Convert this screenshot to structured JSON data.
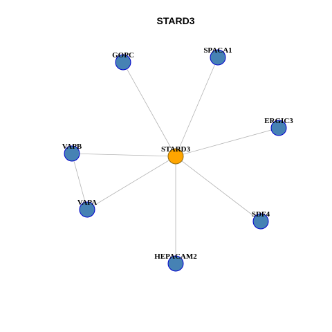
{
  "title": "STARD3",
  "colors": {
    "center_fill": "#FFA500",
    "center_stroke": "#8B6914",
    "node_fill": "#4682B4",
    "node_stroke": "#0000CD",
    "edge": "#B3B3B3"
  },
  "nodes": [
    {
      "id": "STARD3",
      "label": "STARD3",
      "center": true
    },
    {
      "id": "GOPC",
      "label": "GOPC"
    },
    {
      "id": "SPACA1",
      "label": "SPACA1"
    },
    {
      "id": "ERGIC3",
      "label": "ERGIC3"
    },
    {
      "id": "VAPB",
      "label": "VAPB"
    },
    {
      "id": "VAPA",
      "label": "VAPA"
    },
    {
      "id": "SDF4",
      "label": "SDF4"
    },
    {
      "id": "HEPACAM2",
      "label": "HEPACAM2"
    }
  ],
  "edges": [
    {
      "source": "STARD3",
      "target": "GOPC"
    },
    {
      "source": "STARD3",
      "target": "SPACA1"
    },
    {
      "source": "STARD3",
      "target": "ERGIC3"
    },
    {
      "source": "STARD3",
      "target": "VAPB"
    },
    {
      "source": "STARD3",
      "target": "VAPA"
    },
    {
      "source": "STARD3",
      "target": "SDF4"
    },
    {
      "source": "STARD3",
      "target": "HEPACAM2"
    },
    {
      "source": "VAPB",
      "target": "VAPA"
    }
  ]
}
